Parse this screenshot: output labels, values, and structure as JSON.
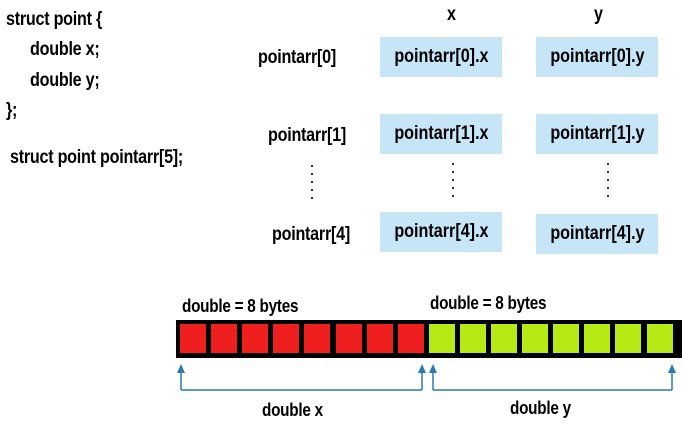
{
  "code": {
    "line1": "struct point {",
    "line2": "double x;",
    "line3": "double y;",
    "line4": "};",
    "decl": "struct point pointarr[5];"
  },
  "table": {
    "col_x": "x",
    "col_y": "y",
    "rows": [
      {
        "label": "pointarr[0]",
        "x": "pointarr[0].x",
        "y": "pointarr[0].y"
      },
      {
        "label": "pointarr[1]",
        "x": "pointarr[1].x",
        "y": "pointarr[1].y"
      },
      {
        "label": "pointarr[4]",
        "x": "pointarr[4].x",
        "y": "pointarr[4].y"
      }
    ]
  },
  "memory": {
    "left_label": "double = 8 bytes",
    "right_label": "double = 8 bytes",
    "bottom_left": "double x",
    "bottom_right": "double y",
    "bytes_per_double": 8,
    "colors": {
      "x_bytes": "#ef1f1f",
      "y_bytes": "#b6ea14",
      "cell_bg": "#c6e6f7",
      "arrow": "#2e78b4"
    }
  }
}
